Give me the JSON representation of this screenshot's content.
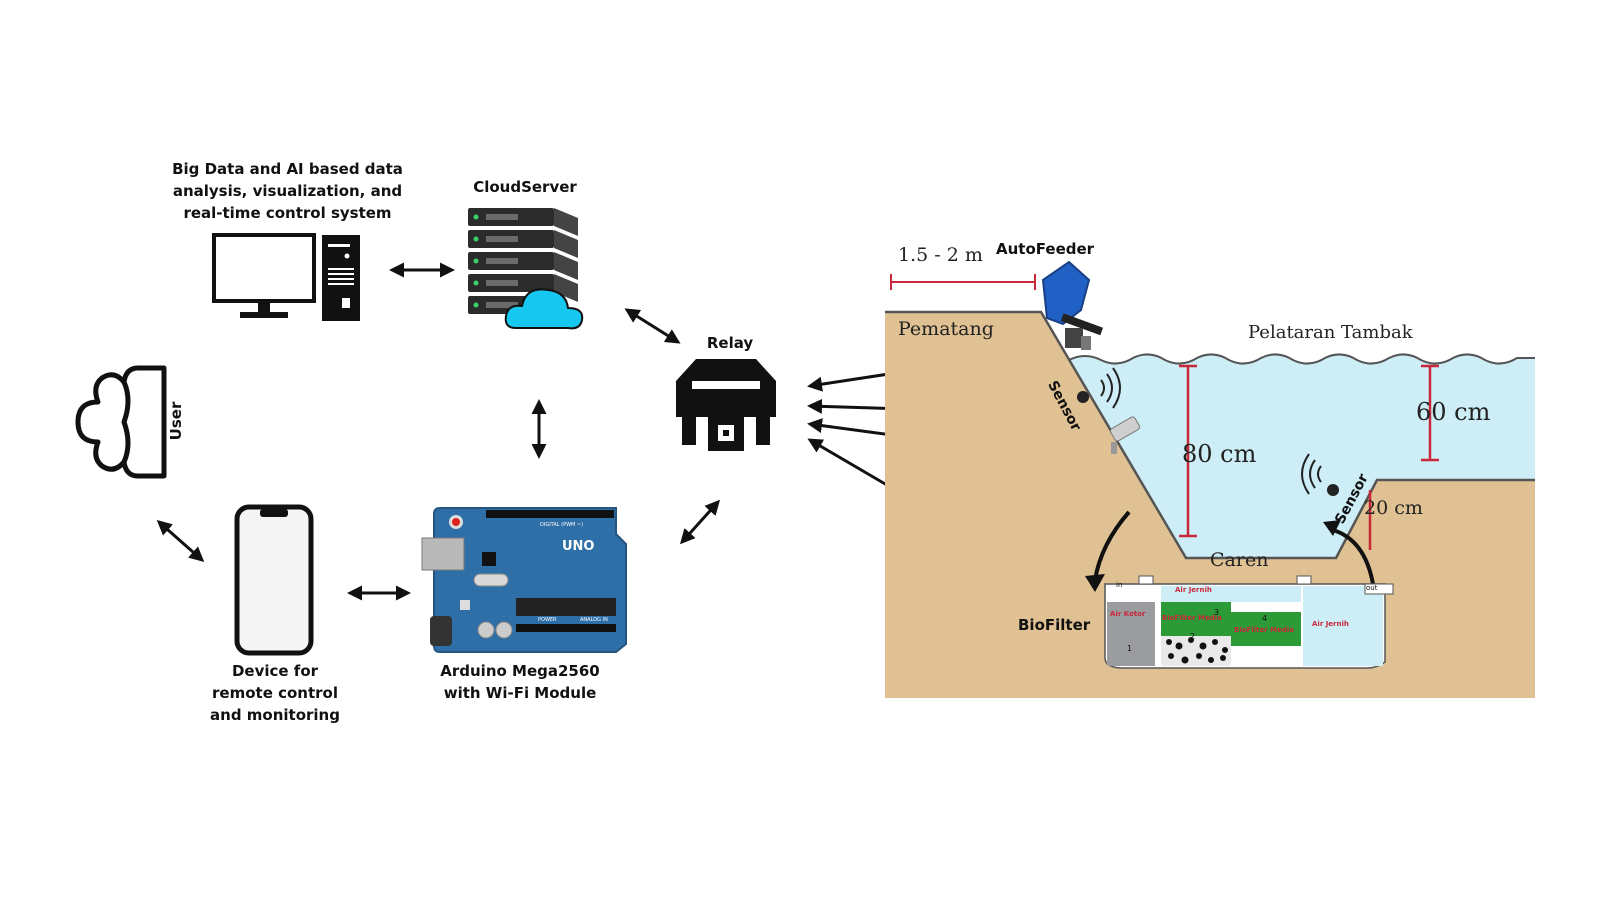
{
  "labels": {
    "bigdata": "Big Data and AI based data analysis, visualization, and real-time control system",
    "cloud": "CloudServer",
    "user": "User",
    "relay": "Relay",
    "device": "Device for remote control and monitoring",
    "arduino": "Arduino Mega2560 with Wi-Fi Module",
    "autofeeder": "AutoFeeder",
    "biofilter": "BioFilter"
  },
  "pond": {
    "width_span": "1.5 - 2 m",
    "pematang": "Pematang",
    "pelataran": "Pelataran Tambak",
    "depth_main": "80 cm",
    "depth_platform": "60 cm",
    "depth_caren_step": "20 cm",
    "caren": "Caren",
    "sensor_left": "Sensor",
    "sensor_right": "Sensor"
  },
  "board": {
    "model": "UNO",
    "digital": "DIGITAL (PWM ~)",
    "analog": "ANALOG IN",
    "power": "POWER"
  },
  "biofilter_tank": {
    "air_jernih_top": "Air Jernih",
    "air_kotor": "Air Kotor",
    "air_jernih_right": "Air Jernih",
    "biofilter_media_a": "BioFilter Media",
    "biofilter_media_b": "BioFilter Media",
    "num_1": "1",
    "num_2": "2",
    "num_3": "3",
    "num_4": "4",
    "in": "in",
    "out": "out"
  },
  "colors": {
    "soil": "#dfc193",
    "water": "#cdeef6",
    "board": "#2f6fa8",
    "cloud": "#16c7f0",
    "feeder": "#2160c4",
    "marker": "#c8283a"
  }
}
